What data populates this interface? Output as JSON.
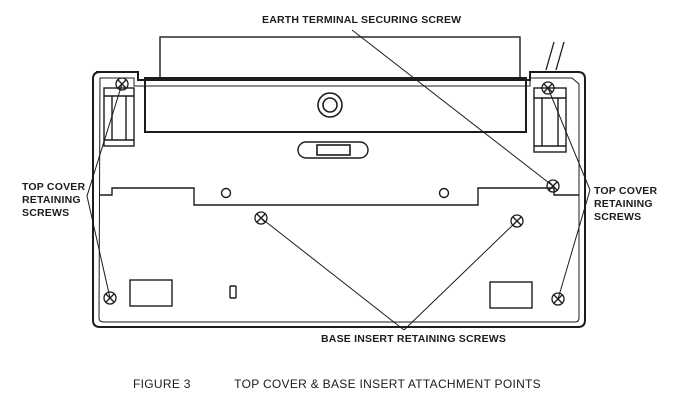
{
  "labels": {
    "earth_terminal": "EARTH TERMINAL SECURING SCREW",
    "top_cover_left": "TOP COVER\nRETAINING\nSCREWS",
    "top_cover_right": "TOP COVER\nRETAINING\nSCREWS",
    "base_insert": "BASE INSERT RETAINING SCREWS"
  },
  "caption": {
    "number": "FIGURE 3",
    "title": "TOP COVER & BASE INSERT ATTACHMENT POINTS"
  }
}
